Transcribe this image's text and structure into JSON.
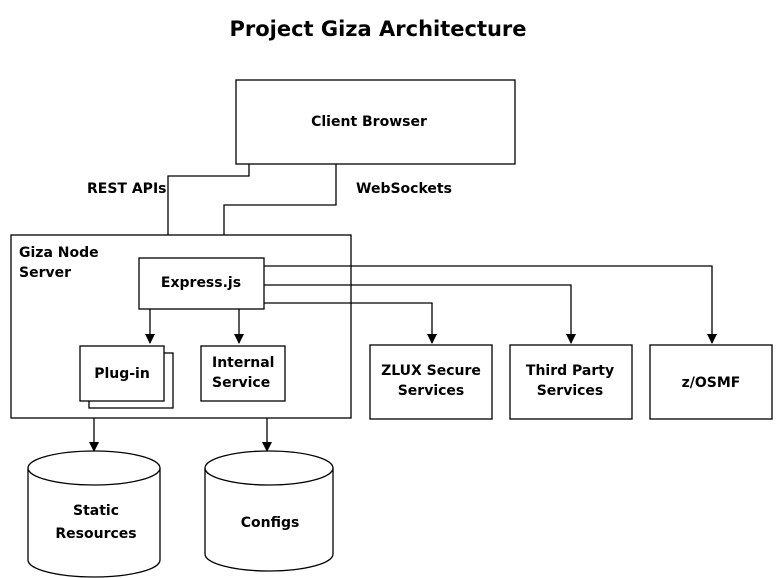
{
  "title": "Project Giza Architecture",
  "nodes": {
    "client_browser": "Client Browser",
    "giza_server_line1": "Giza Node",
    "giza_server_line2": "Server",
    "express": "Express.js",
    "plugin": "Plug-in",
    "internal_line1": "Internal",
    "internal_line2": "Service",
    "zlux_line1": "ZLUX Secure",
    "zlux_line2": "Services",
    "third_line1": "Third Party",
    "third_line2": "Services",
    "zosmf": "z/OSMF",
    "static_line1": "Static",
    "static_line2": "Resources",
    "configs": "Configs"
  },
  "edges": {
    "rest_label": "REST APIs",
    "websockets_label": "WebSockets"
  },
  "colors": {
    "stroke": "#000000",
    "background": "#ffffff"
  }
}
